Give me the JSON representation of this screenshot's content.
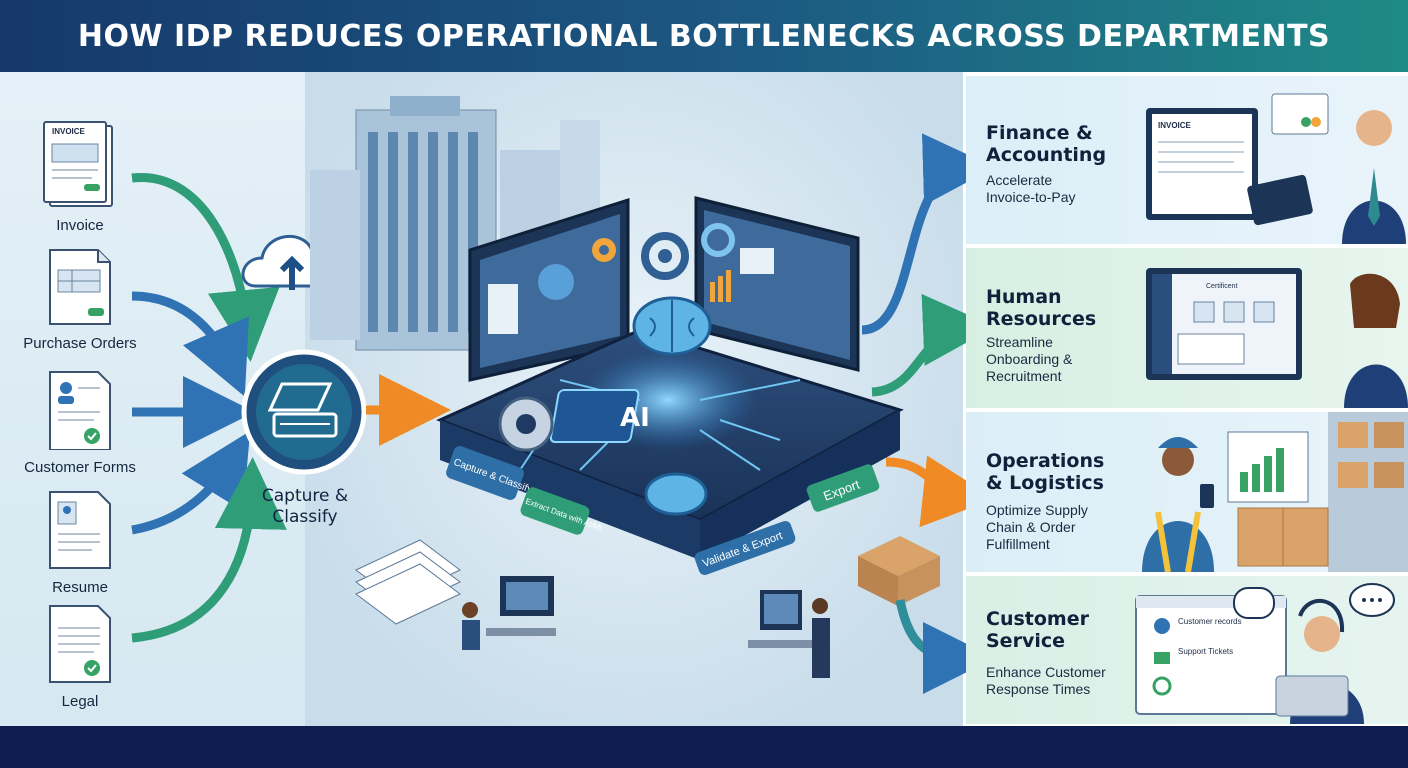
{
  "title": "HOW IDP REDUCES OPERATIONAL BOTTLENECKS ACROSS DEPARTMENTS",
  "documents": [
    {
      "label": "Invoice",
      "tag": "INVOICE"
    },
    {
      "label": "Purchase Orders"
    },
    {
      "label": "Customer Forms"
    },
    {
      "label": "Resume"
    },
    {
      "label": "Legal"
    }
  ],
  "capture": {
    "label_line1": "Capture &",
    "label_line2": "Classify"
  },
  "platform": {
    "chip": "AI",
    "steps": [
      "Capture & Classify",
      "Extract Data with AI/ML",
      "Validate & Export"
    ],
    "export_label": "Export"
  },
  "departments": [
    {
      "title_line1": "Finance &",
      "title_line2": "Accounting",
      "desc_line1": "Accelerate",
      "desc_line2": "Invoice-to-Pay",
      "screen_tag": "INVOICE"
    },
    {
      "title_line1": "Human",
      "title_line2": "Resources",
      "desc_line1": "Streamline",
      "desc_line2": "Onboarding &",
      "desc_line3": "Recruitment",
      "screen_tag": "Certificent"
    },
    {
      "title_line1": "Operations",
      "title_line2": "& Logistics",
      "desc_line1": "Optimize Supply",
      "desc_line2": "Chain & Order",
      "desc_line3": "Fulfillment"
    },
    {
      "title_line1": "Customer",
      "title_line2": "Service",
      "desc_line1": "Enhance Customer",
      "desc_line2": "Response Times",
      "screen_items": [
        "Customer records",
        "Support Tickets"
      ]
    }
  ],
  "colors": {
    "header_start": "#16386a",
    "header_end": "#1f8a86",
    "arrow_blue": "#2f73b4",
    "arrow_green": "#2f9e78",
    "arrow_orange": "#f08a24",
    "footer": "#0d1d4e"
  }
}
